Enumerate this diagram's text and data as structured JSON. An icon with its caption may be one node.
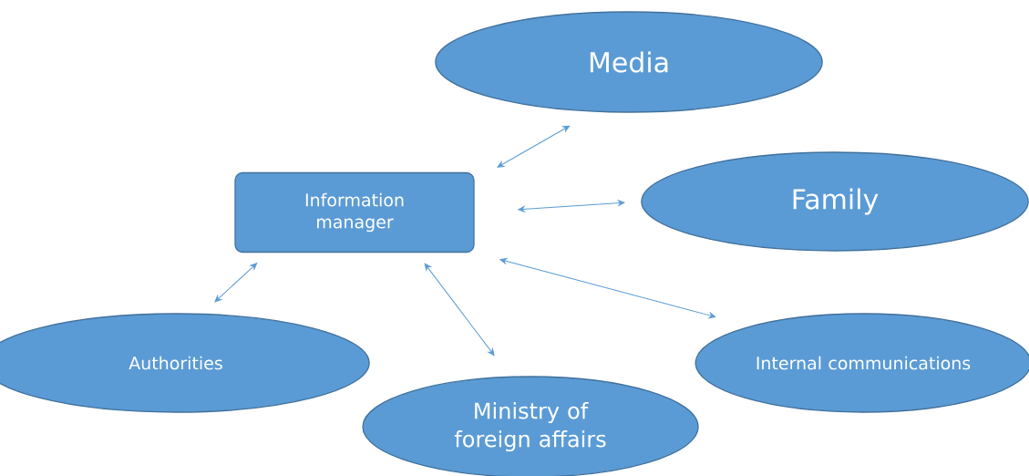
{
  "diagram": {
    "nodes": [
      {
        "text": [
          "Information manager"
        ]
      },
      {
        "text": [
          "Media"
        ]
      },
      {
        "text": [
          "Family"
        ]
      },
      {
        "text": [
          "Authorities"
        ]
      },
      {
        "text": [
          "Ministry of foreign affairs"
        ]
      },
      {
        "text": [
          "Internal communications"
        ]
      }
    ],
    "edges": [
      {
        "from": 0,
        "to": 1,
        "arrow": "both"
      },
      {
        "from": 0,
        "to": 2,
        "arrow": "both"
      },
      {
        "from": 0,
        "to": 5,
        "arrow": "both"
      },
      {
        "from": 0,
        "to": 4,
        "arrow": "both"
      },
      {
        "from": 0,
        "to": 3,
        "arrow": "both"
      }
    ]
  }
}
